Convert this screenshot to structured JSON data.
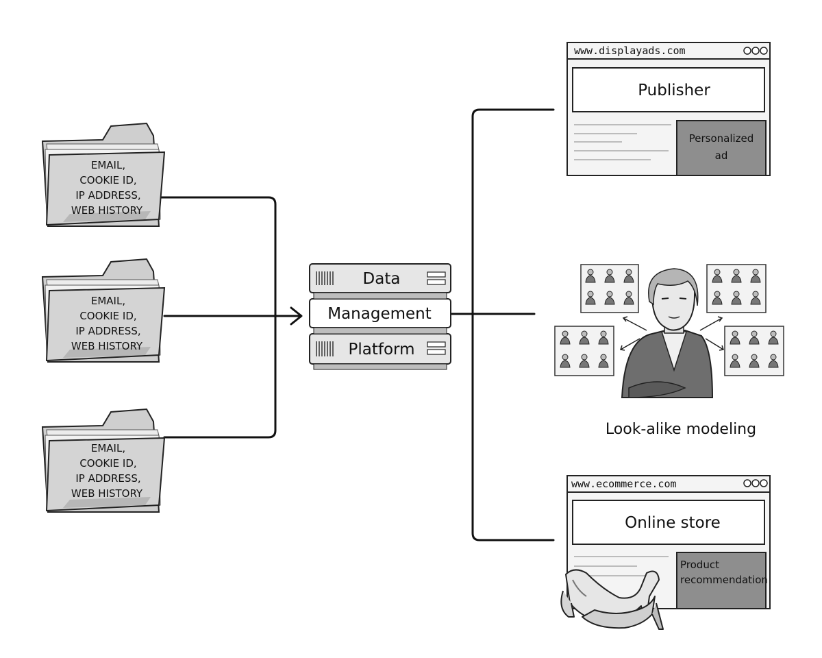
{
  "folders": [
    {
      "lines": [
        "EMAIL,",
        "COOKIE ID,",
        "IP ADDRESS,",
        "WEB HISTORY"
      ]
    },
    {
      "lines": [
        "EMAIL,",
        "COOKIE ID,",
        "IP ADDRESS,",
        "WEB HISTORY"
      ]
    },
    {
      "lines": [
        "EMAIL,",
        "COOKIE ID,",
        "IP ADDRESS,",
        "WEB HISTORY"
      ]
    }
  ],
  "server": {
    "lines": [
      "Data",
      "Management",
      "Platform"
    ]
  },
  "publisher": {
    "url": "www.displayads.com",
    "hero": "Publisher",
    "ad_lines": [
      "Personalized",
      "ad"
    ]
  },
  "lookalike": {
    "caption": "Look-alike modeling"
  },
  "store": {
    "url": "www.ecommerce.com",
    "hero": "Online store",
    "ad_lines": [
      "Product",
      "recommendation"
    ]
  },
  "icons": {
    "folder": "folder-icon",
    "server": "server-rack-icon",
    "browser_dots": "window-dots-icon",
    "person": "businesswoman-portrait",
    "profile_grid": "profile-grid-icon",
    "shoes": "high-heel-shoes-icon"
  },
  "colors": {
    "ink": "#111111",
    "fill_gray": "#cfcfcf",
    "ad_gray": "#8e8e8e"
  }
}
